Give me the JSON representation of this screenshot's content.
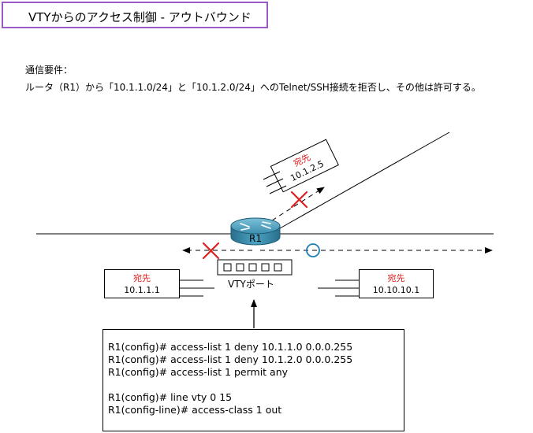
{
  "title": "VTYからのアクセス制御 - アウトバウンド",
  "requirement": {
    "label": "通信要件：",
    "text": "ルータ（R1）から「10.1.1.0/24」と「10.1.2.0/24」へのTelnet/SSH接続を拒否し、その他は許可する。"
  },
  "router": {
    "name": "R1"
  },
  "vty_label": "VTYポート",
  "destinations": {
    "top": {
      "heading": "宛先",
      "address": "10.1.2.5"
    },
    "left": {
      "heading": "宛先",
      "address": "10.1.1.1"
    },
    "right": {
      "heading": "宛先",
      "address": "10.10.10.1"
    }
  },
  "config_lines": [
    "R1(config)# access-list 1 deny 10.1.1.0 0.0.0.255",
    "R1(config)# access-list 1 deny 10.1.2.0 0.0.0.255",
    "R1(config)# access-list 1 permit any",
    "",
    "R1(config)# line vty 0 15",
    "R1(config-line)# access-class 1 out"
  ],
  "colors": {
    "deny": "#e02020",
    "permit": "#1f7fb5",
    "router": "#3c8fb0",
    "title_border": "#9b59c8"
  }
}
